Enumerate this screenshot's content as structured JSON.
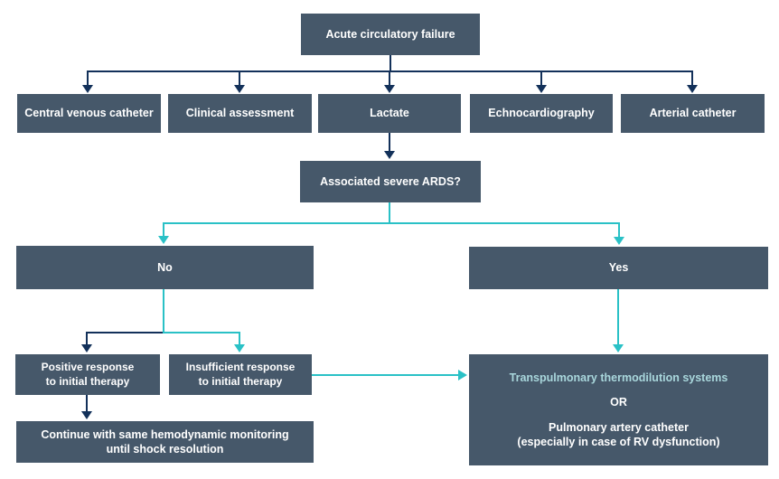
{
  "colors": {
    "background": "#ffffff",
    "box": "#46586a",
    "navy": "#13315a",
    "teal": "#2ac1c6",
    "light_teal": "#a9d7dc",
    "text": "#ffffff"
  },
  "flowchart": {
    "nodes": {
      "acute": "Acute circulatory failure",
      "cvc": "Central venous catheter",
      "clinical": "Clinical assessment",
      "lactate": "Lactate",
      "echo": "Echnocardiography",
      "arterial": "Arterial catheter",
      "ards": "Associated severe ARDS?",
      "no": "No",
      "yes": "Yes",
      "positive": "Positive response\nto initial therapy",
      "insufficient": "Insufficient response\nto initial therapy",
      "continue": "Continue with same hemodynamic monitoring\nuntil shock resolution"
    },
    "final_node": {
      "primary": "Transpulmonary thermodilution systems",
      "connector": "OR",
      "secondary": "Pulmonary artery catheter\n(especially in case of RV dysfunction)"
    }
  }
}
